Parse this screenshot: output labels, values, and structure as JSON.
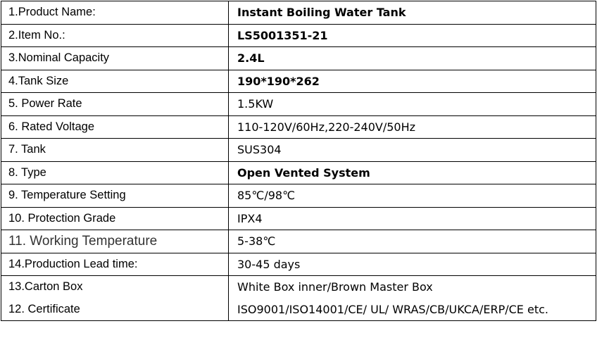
{
  "rows": [
    {
      "label": "1.Product Name:",
      "value": "Instant Boiling Water Tank",
      "bold": true
    },
    {
      "label": "2.Item No.:",
      "value": "LS5001351-21",
      "bold": true
    },
    {
      "label": "3.Nominal Capacity",
      "value": "2.4L",
      "bold": true
    },
    {
      "label": "4.Tank Size",
      "value": "190*190*262",
      "bold": true
    },
    {
      "label": "5. Power Rate",
      "value": "1.5KW",
      "bold": false
    },
    {
      "label": "6. Rated Voltage",
      "value": "110-120V/60Hz,220-240V/50Hz",
      "bold": false
    },
    {
      "label": "7. Tank",
      "value": "SUS304",
      "bold": false
    },
    {
      "label": "8. Type",
      "value": "Open Vented System",
      "bold": true
    },
    {
      "label": "9. Temperature Setting",
      "value": "85℃/98℃",
      "bold": false
    },
    {
      "label": "10. Protection Grade",
      "value": "IPX4",
      "bold": false
    },
    {
      "label": "11. Working Temperature",
      "value": "5-38℃",
      "bold": false
    },
    {
      "label": "14.Production Lead time:",
      "value": "30-45 days",
      "bold": false
    },
    {
      "label": "13.Carton Box",
      "value": "White Box inner/Brown Master Box",
      "bold": false
    },
    {
      "label": "12. Certificate",
      "value": "ISO9001/ISO14001/CE/ UL/ WRAS/CB/UKCA/ERP/CE etc.",
      "bold": false
    }
  ]
}
